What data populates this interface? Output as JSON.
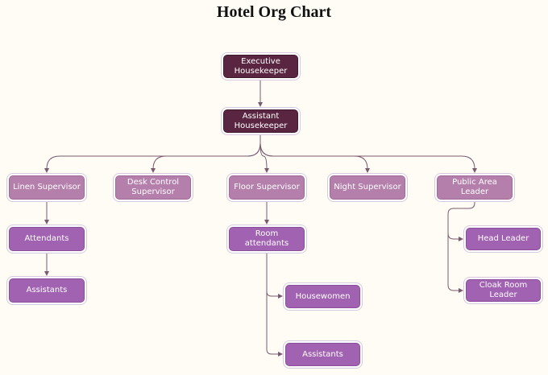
{
  "title": "Hotel Org Chart",
  "nodes": {
    "executive_housekeeper": "Executive Housekeeper",
    "assistant_housekeeper": "Assistant Housekeeper",
    "linen_supervisor": "Linen Supervisor",
    "desk_control_supervisor": "Desk Control Supervisor",
    "floor_supervisor": "Floor Supervisor",
    "night_supervisor": "Night Supervisor",
    "public_area_leader": "Public Area Leader",
    "attendants": "Attendants",
    "linen_assistants": "Assistants",
    "room_attendants": "Room attendants",
    "housewomen": "Housewomen",
    "floor_assistants": "Assistants",
    "head_leader": "Head Leader",
    "cloak_room_leader": "Cloak Room Leader"
  },
  "colors": {
    "top_level": "#5a2540",
    "supervisor": "#b57fac",
    "staff": "#a062b1",
    "connector": "#7a5a6e"
  }
}
